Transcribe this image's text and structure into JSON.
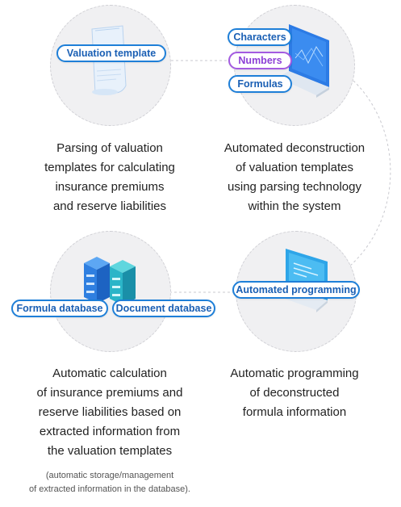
{
  "steps": [
    {
      "tags": [
        "Valuation template"
      ],
      "caption": [
        "Parsing of valuation",
        "templates for calculating",
        "insurance premiums",
        "and reserve liabilities"
      ]
    },
    {
      "tags": [
        "Characters",
        "Numbers",
        "Formulas"
      ],
      "caption": [
        "Automated deconstruction",
        "of valuation templates",
        "using parsing technology",
        "within the system"
      ]
    },
    {
      "tags": [
        "Formula database",
        "Document database"
      ],
      "caption": [
        "Automatic calculation",
        "of insurance premiums and",
        "reserve liabilities based on",
        "extracted information from",
        "the valuation templates"
      ],
      "note": [
        "(automatic storage/management",
        "of extracted information in the database)."
      ]
    },
    {
      "tags": [
        "Automated programming"
      ],
      "caption": [
        "Automatic programming",
        "of deconstructed",
        "formula information"
      ]
    }
  ],
  "colors": {
    "blue": "#1e7fd8",
    "purple": "#a35be0",
    "circle": "#f0f0f2"
  },
  "icons": [
    "document-scroll-icon",
    "laptop-chart-icon",
    "database-servers-icon",
    "laptop-code-icon"
  ]
}
